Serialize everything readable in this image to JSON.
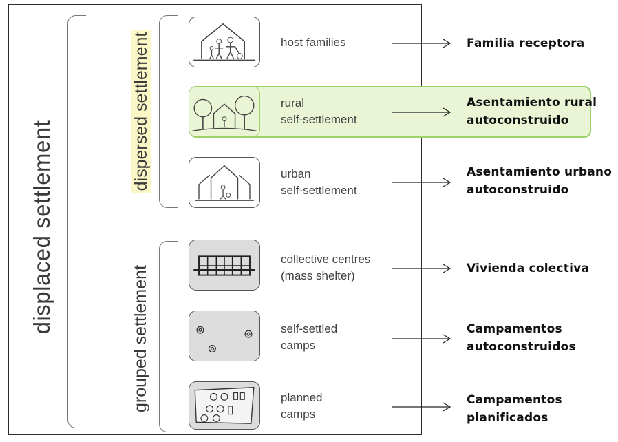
{
  "labels": {
    "main": "displaced settlement",
    "dispersed": "dispersed settlement",
    "grouped": "grouped settlement"
  },
  "rows": [
    {
      "en": "host families",
      "es": "Familia receptora",
      "icon": "host-family-house-icon"
    },
    {
      "en": "rural\nself-settlement",
      "es": "Asentamiento rural\nautoconstruido",
      "icon": "rural-trees-house-icon",
      "highlighted": true
    },
    {
      "en": "urban\nself-settlement",
      "es": "Asentamiento urbano\nautoconstruido",
      "icon": "urban-houses-icon"
    },
    {
      "en": "collective centres\n(mass shelter)",
      "es": "Vivienda colectiva",
      "icon": "collective-building-icon"
    },
    {
      "en": "self-settled\ncamps",
      "es": "Campamentos\nautoconstruidos",
      "icon": "scattered-camps-icon"
    },
    {
      "en": "planned\ncamps",
      "es": "Campamentos\nplanificados",
      "icon": "planned-camp-map-icon"
    }
  ],
  "colors": {
    "highlight_fill": "#e9f5d4",
    "highlight_border": "#9dd16a",
    "label_highlight": "#fbf7c6"
  }
}
